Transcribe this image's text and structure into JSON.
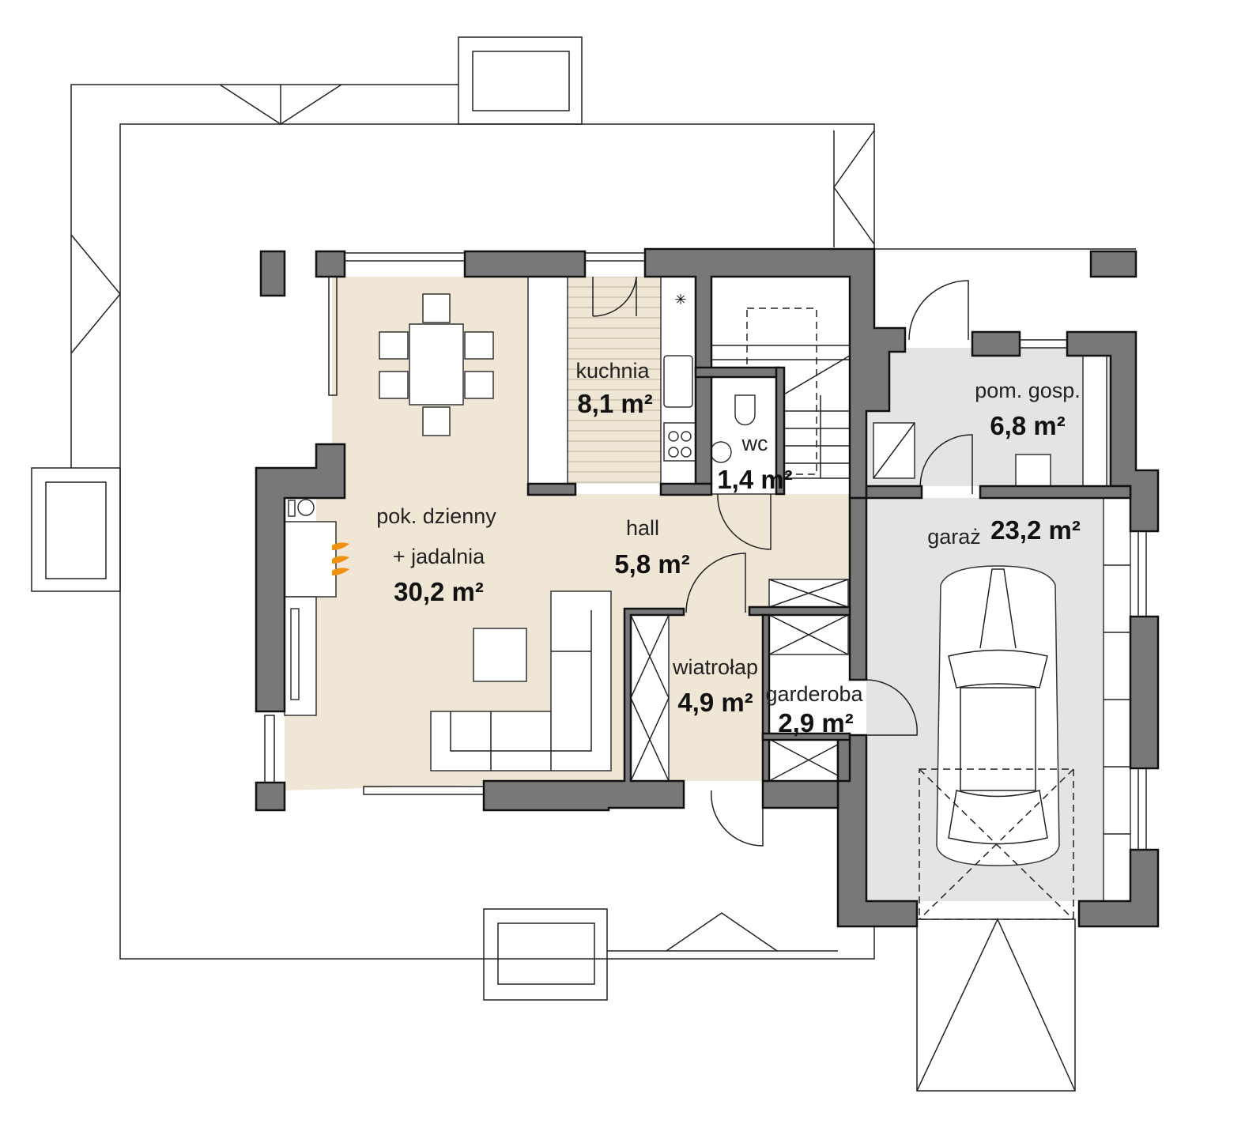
{
  "colors": {
    "wall": "#787878",
    "living": "#efe6d6",
    "wc": "#c9d9e5",
    "garage": "#e4e4e4",
    "fireplace": "#f0900f"
  },
  "rooms": [
    {
      "id": "kuchnia",
      "name": "kuchnia",
      "area": "8,1 m²"
    },
    {
      "id": "wc",
      "name": "wc",
      "area": "1,4 m²"
    },
    {
      "id": "pom-gosp",
      "name": "pom. gosp.",
      "area": "6,8 m²"
    },
    {
      "id": "pok-dzienny",
      "name": "pok. dzienny",
      "name2": "+ jadalnia",
      "area": "30,2 m²"
    },
    {
      "id": "hall",
      "name": "hall",
      "area": "5,8 m²"
    },
    {
      "id": "garaz",
      "name": "garaż",
      "area": "23,2 m²"
    },
    {
      "id": "wiatrolap",
      "name": "wiatrołap",
      "area": "4,9 m²"
    },
    {
      "id": "garderoba",
      "name": "garderoba",
      "area": "2,9 m²"
    }
  ]
}
